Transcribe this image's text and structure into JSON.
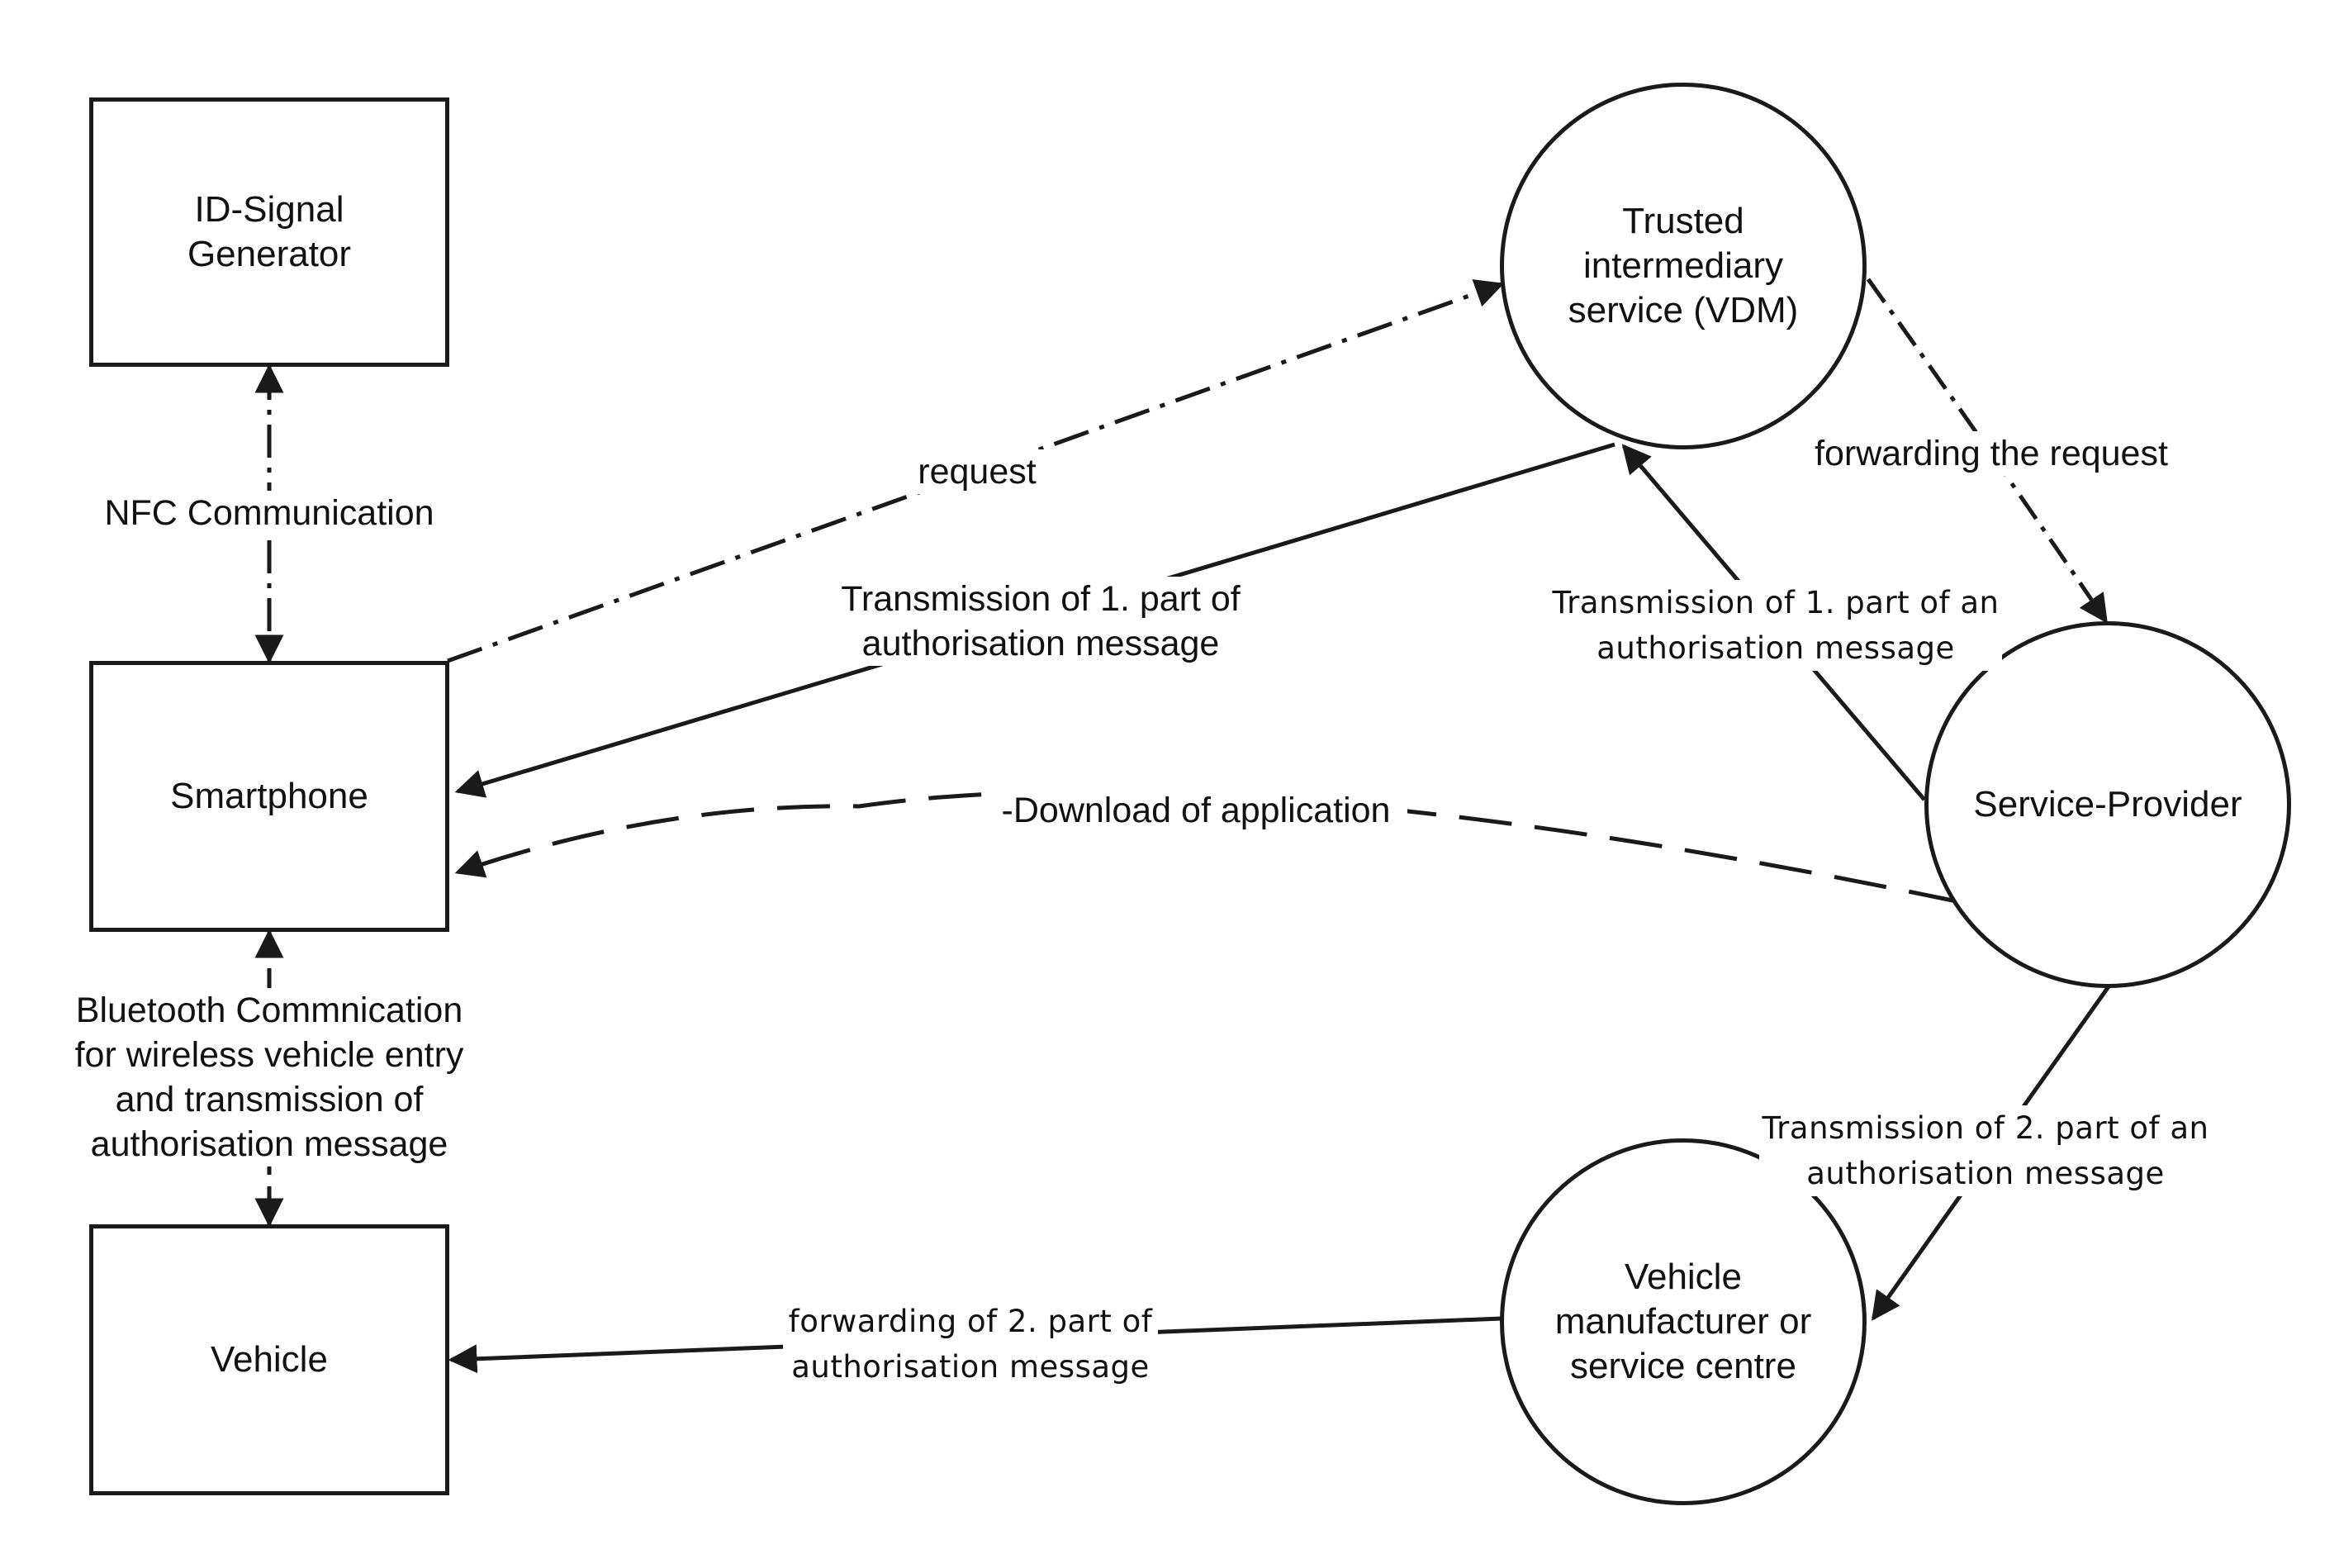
{
  "nodes": {
    "id_signal_generator": "ID-Signal\nGenerator",
    "smartphone": "Smartphone",
    "vehicle": "Vehicle",
    "trusted_intermediary": "Trusted\nintermediary\nservice (VDM)",
    "service_provider": "Service-Provider",
    "vehicle_manufacturer": "Vehicle\nmanufacturer or\nservice centre"
  },
  "edges": {
    "nfc": "NFC Communication",
    "bluetooth": "Bluetooth Commnication\nfor wireless vehicle entry\nand transmission of\nauthorisation message",
    "request": "request",
    "transmission_1_smartphone": "Transmission of 1. part of\nauthorisation message",
    "forwarding_request": "forwarding the request",
    "transmission_1_provider": "Transmission of 1. part of an\nauthorisation message",
    "download": "-Download of application",
    "transmission_2": "Transmission of 2. part of an\nauthorisation message",
    "forwarding_2": "forwarding of 2. part of\nauthorisation message"
  },
  "colors": {
    "ink": "#1a1a1a",
    "background": "#ffffff"
  }
}
